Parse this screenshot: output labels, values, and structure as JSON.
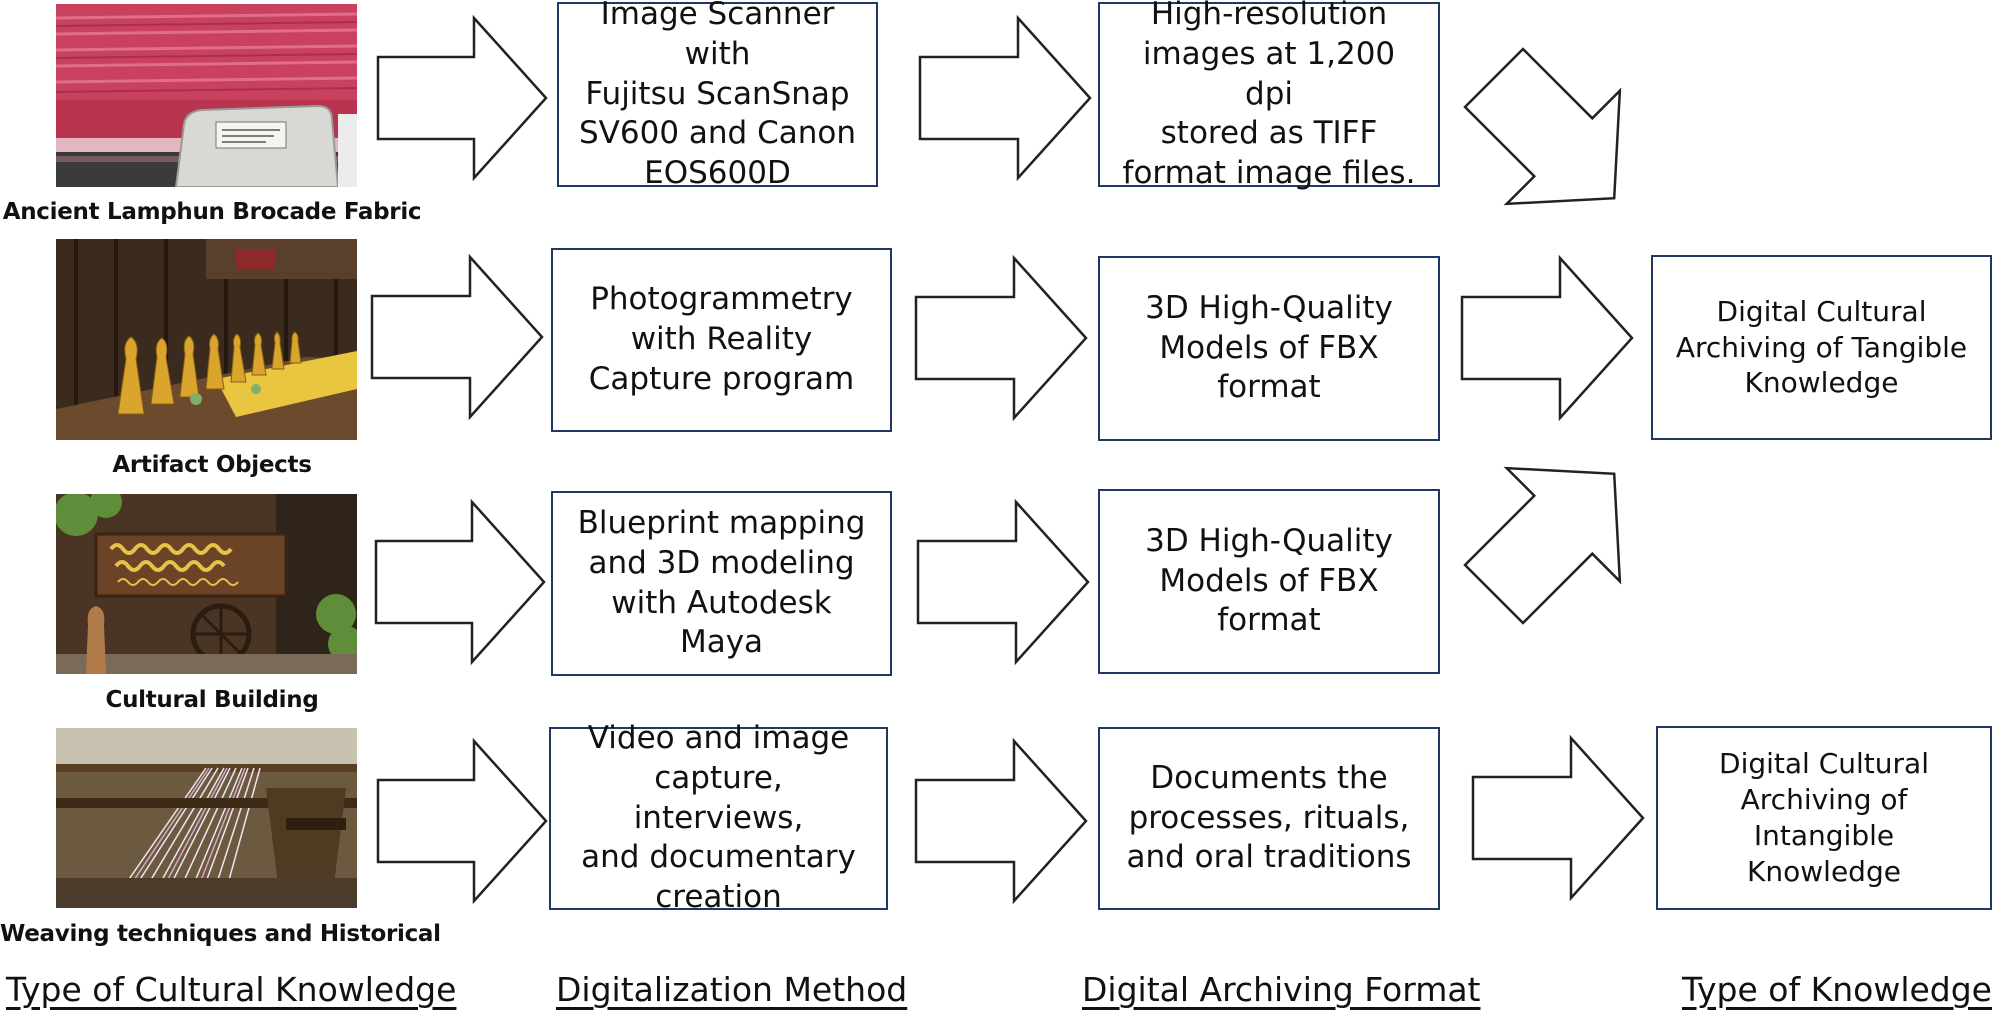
{
  "rows": [
    {
      "caption": "Ancient Lamphun Brocade Fabric",
      "photo_icon": "brocade-fabric-photo",
      "method": "Image Scanner with\nFujitsu ScanSnap\nSV600 and Canon\nEOS600D",
      "format": "High-resolution\nimages at 1,200 dpi\nstored as TIFF\nformat image files."
    },
    {
      "caption": "Artifact Objects",
      "photo_icon": "artifact-objects-photo",
      "method": "Photogrammetry\nwith Reality\nCapture program",
      "format": "3D High-Quality\nModels of FBX\nformat"
    },
    {
      "caption": "Cultural Building",
      "photo_icon": "cultural-building-photo",
      "method": "Blueprint mapping\nand 3D modeling\nwith Autodesk\nMaya",
      "format": "3D High-Quality\nModels of FBX\nformat"
    },
    {
      "caption": "Weaving techniques and Historical",
      "photo_icon": "weaving-loom-photo",
      "method": "Video and image\ncapture, interviews,\nand documentary\ncreation",
      "format": "Documents the\nprocesses, rituals,\nand oral traditions"
    }
  ],
  "knowledge": {
    "tangible": "Digital Cultural\nArchiving of Tangible\nKnowledge",
    "intangible": "Digital Cultural\nArchiving of Intangible\nKnowledge"
  },
  "column_headers": {
    "type_of_cultural_knowledge": "Type of Cultural Knowledge",
    "digitalization_method": "Digitalization Method",
    "digital_archiving_format": "Digital Archiving Format",
    "type_of_knowledge": "Type of Knowledge"
  },
  "colors": {
    "box_border": "#1f3864",
    "arrow_stroke": "#222222"
  }
}
